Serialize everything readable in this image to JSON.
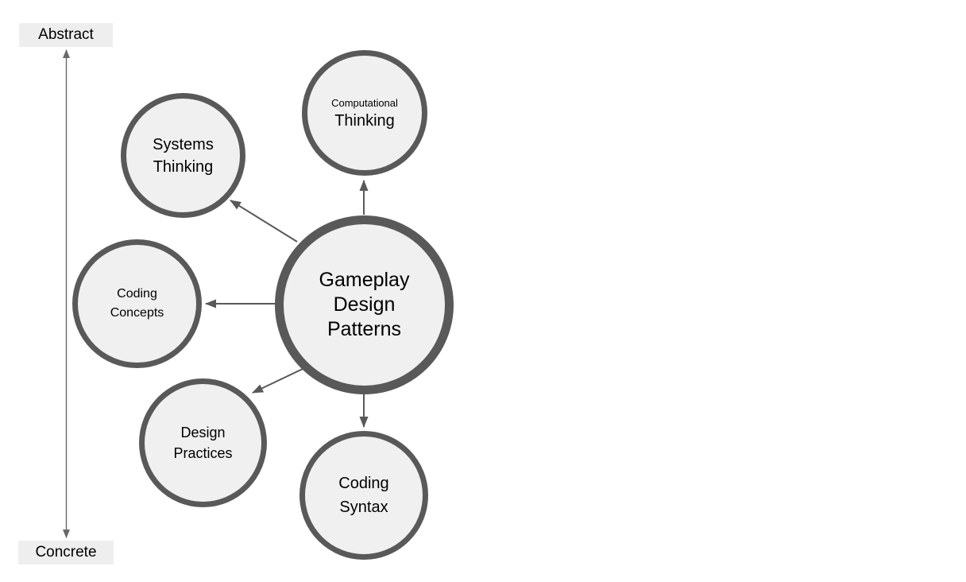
{
  "diagram": {
    "title": "Gameplay Design Patterns concept map",
    "axis": {
      "top_label": "Abstract",
      "bottom_label": "Concrete",
      "orientation": "vertical",
      "bidirectional": true
    },
    "nodes": {
      "central": {
        "lines": [
          "Gameplay",
          "Design",
          "Patterns"
        ],
        "emphasis": "thick-border"
      },
      "computational": {
        "line_small": "Computational",
        "line_large": "Thinking"
      },
      "systems": {
        "lines": [
          "Systems",
          "Thinking"
        ]
      },
      "coding_concepts": {
        "lines": [
          "Coding",
          "Concepts"
        ]
      },
      "design_practices": {
        "lines": [
          "Design",
          "Practices"
        ]
      },
      "coding_syntax": {
        "lines": [
          "Coding",
          "Syntax"
        ]
      }
    },
    "edges": [
      {
        "from": "Gameplay Design Patterns",
        "to": "Computational Thinking"
      },
      {
        "from": "Gameplay Design Patterns",
        "to": "Systems Thinking"
      },
      {
        "from": "Gameplay Design Patterns",
        "to": "Coding Concepts"
      },
      {
        "from": "Gameplay Design Patterns",
        "to": "Design Practices"
      },
      {
        "from": "Gameplay Design Patterns",
        "to": "Coding Syntax"
      },
      {
        "from": "Abstract",
        "to": "Concrete",
        "bidirectional": true
      }
    ],
    "colors": {
      "node_fill": "#f0f0f0",
      "node_border": "#595959",
      "arrow": "#595959",
      "axis_line": "#696969",
      "label_bg": "#eeeeee",
      "text": "#000000",
      "background": "#ffffff"
    }
  }
}
